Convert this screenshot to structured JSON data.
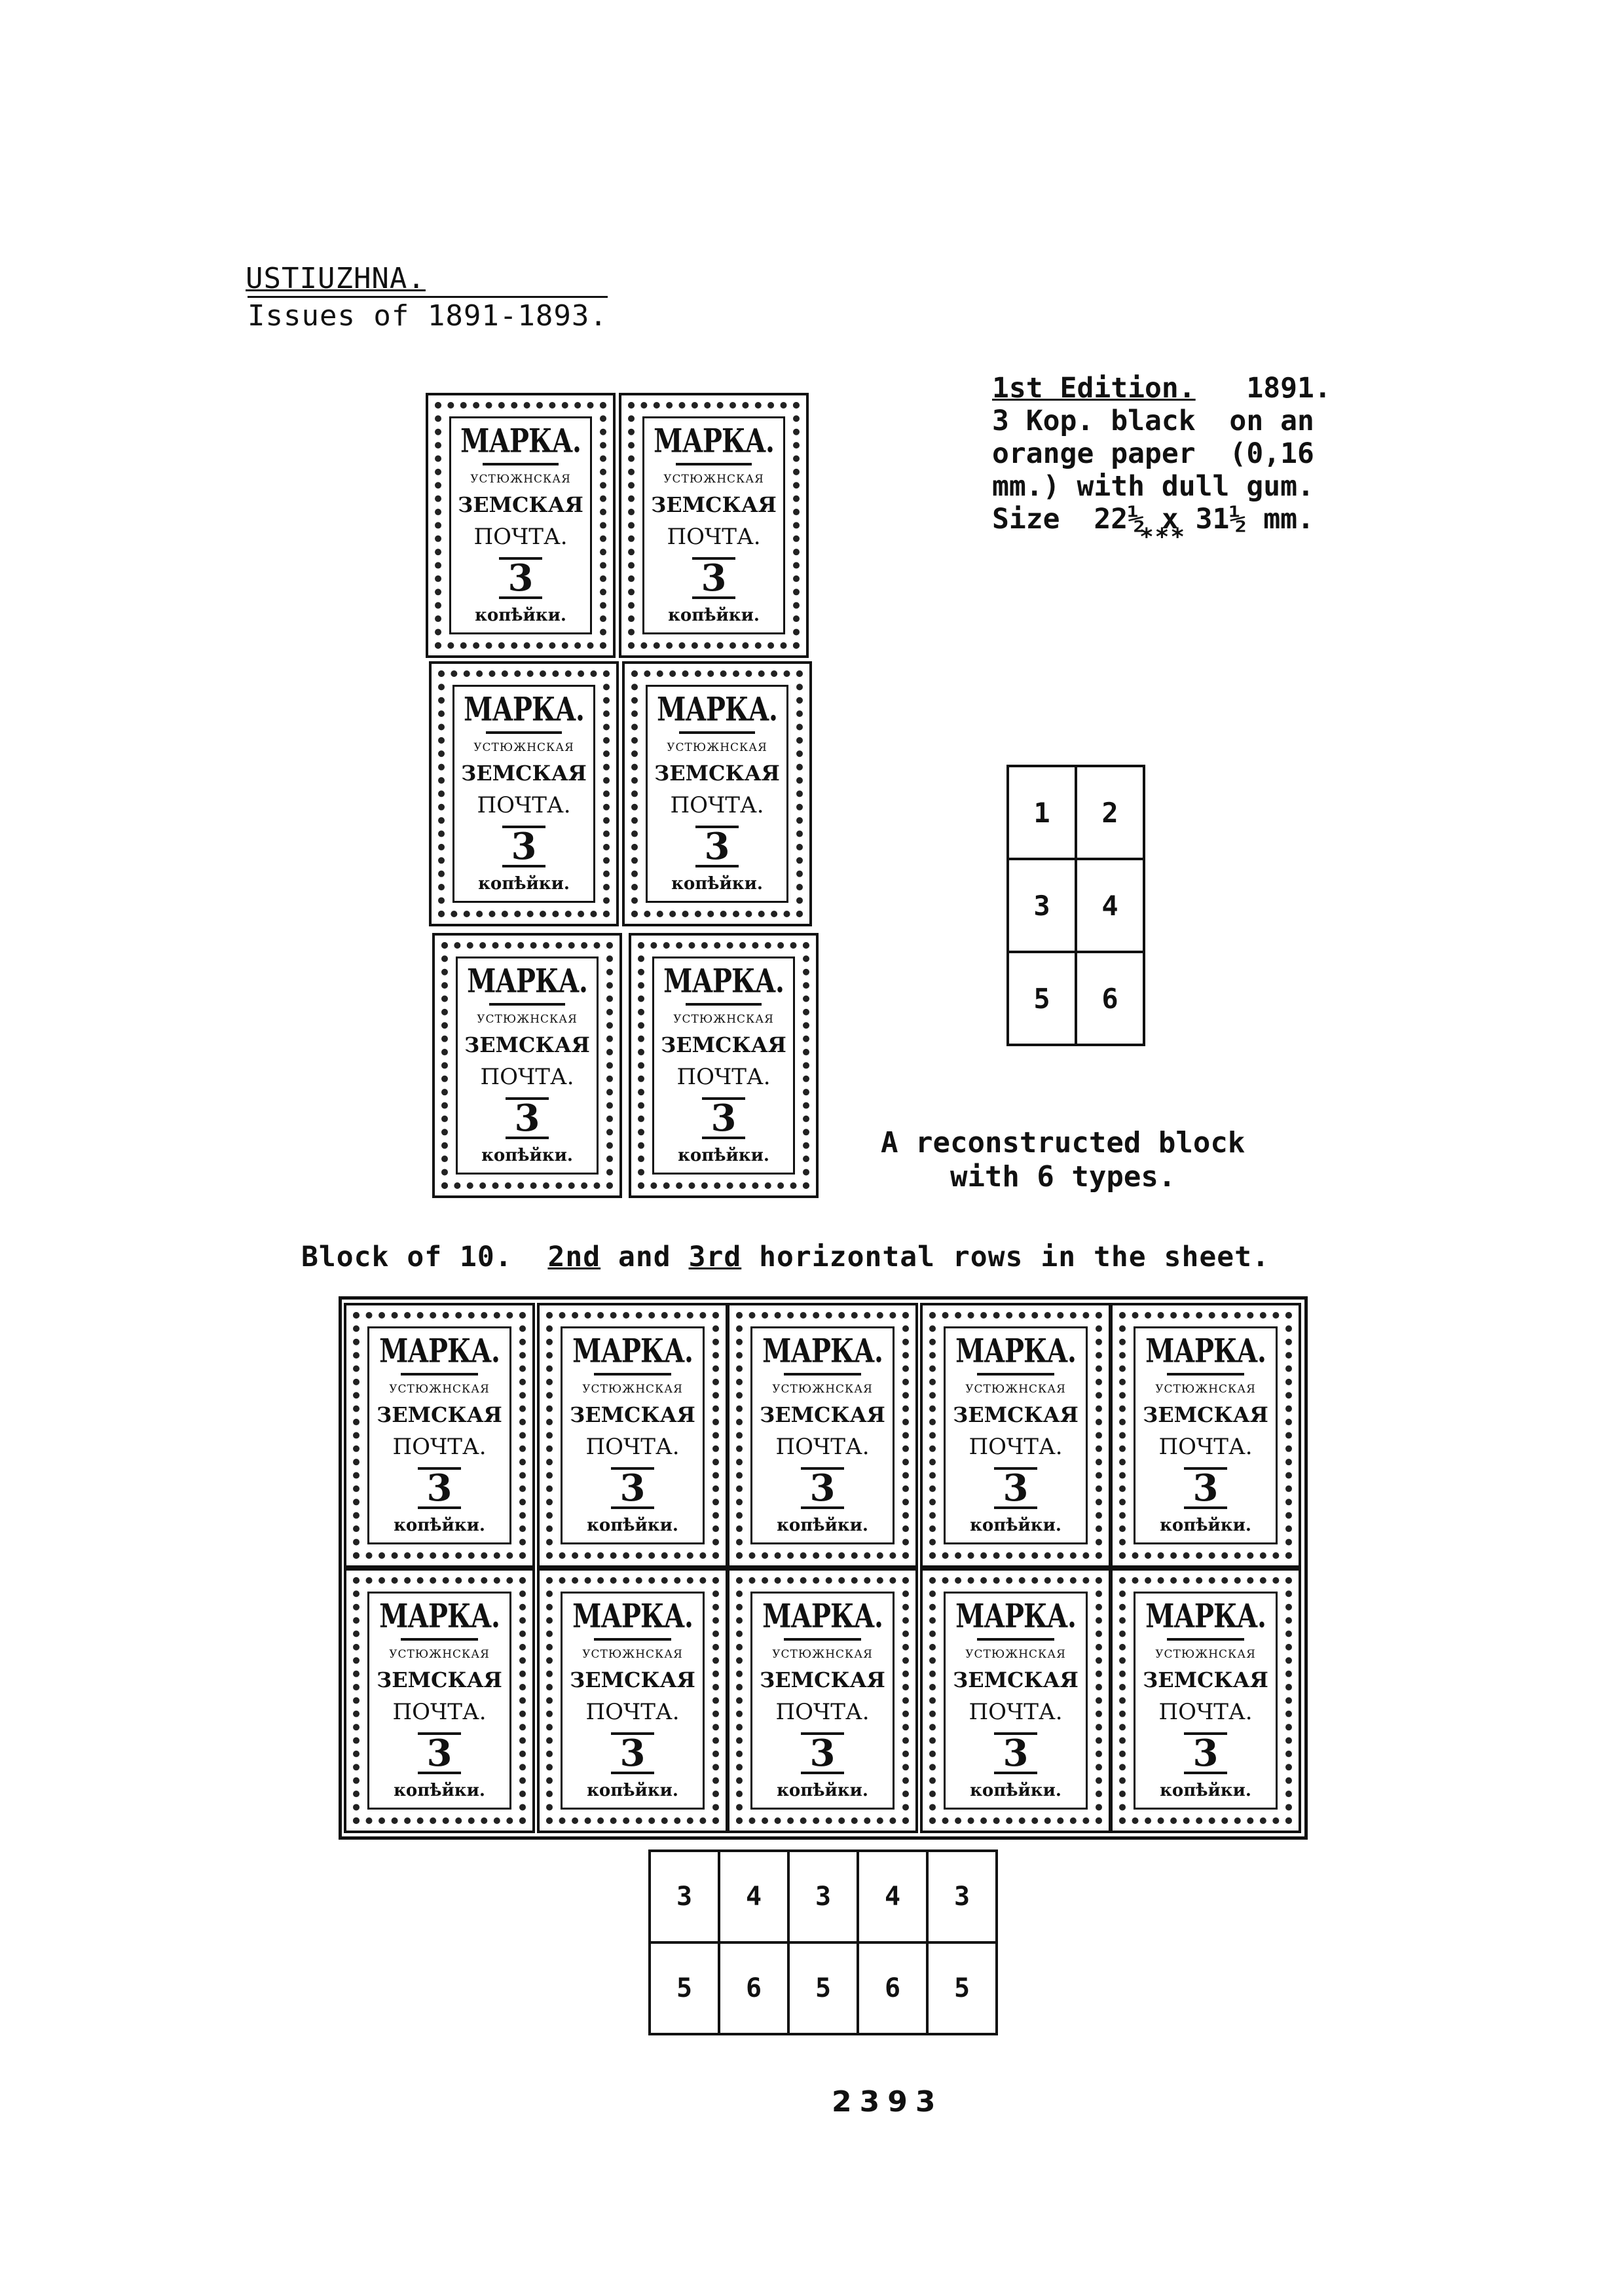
{
  "header": {
    "title": "USTIUZHNA.",
    "subtitle": "Issues of 1891-1893."
  },
  "edition": {
    "label": "1st Edition.",
    "year": "1891.",
    "line2": "3 Kop. black  on an",
    "line3": "orange paper  (0,16",
    "line4": "mm.) with dull gum.",
    "line5": "Size  22½ x 31½ mm.",
    "stars": "***"
  },
  "stamp": {
    "marka": "МАРКА.",
    "ust": "УСТЮЖНСКАЯ",
    "zem": "ЗЕМСКАЯ",
    "poch": "ПОЧТА.",
    "value": "3",
    "kop": "копѣйки."
  },
  "types_grid": {
    "rows": [
      [
        "1",
        "2"
      ],
      [
        "3",
        "4"
      ],
      [
        "5",
        "6"
      ]
    ]
  },
  "caption": {
    "line1": "A reconstructed block",
    "line2": "with 6 types."
  },
  "block_title": {
    "pre": "Block of 10.  ",
    "a": "2nd",
    "mid": " and ",
    "b": "3rd",
    "post": " horizontal rows in the sheet."
  },
  "block_grid": {
    "rows": [
      [
        "3",
        "4",
        "3",
        "4",
        "3"
      ],
      [
        "5",
        "6",
        "5",
        "6",
        "5"
      ]
    ]
  },
  "page_number": "2393"
}
